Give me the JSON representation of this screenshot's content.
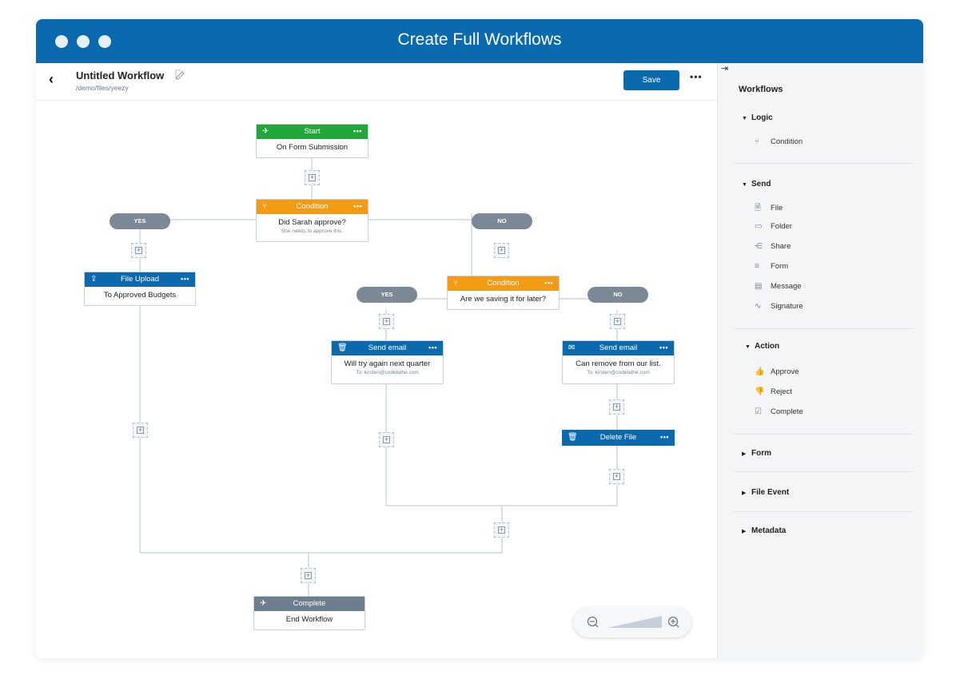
{
  "window": {
    "title": "Create Full Workflows"
  },
  "header": {
    "back_icon": "‹",
    "workflow_name": "Untitled Workflow",
    "path": "/demo/files/yeezy",
    "save_label": "Save",
    "more_label": "•••"
  },
  "nodes": {
    "start": {
      "title": "Start",
      "body": "On Form Submission"
    },
    "condition1": {
      "title": "Condition",
      "body": "Did Sarah approve?",
      "sub": "She needs to approve this."
    },
    "file_upload": {
      "title": "File Upload",
      "body": "To Approved Budgets"
    },
    "condition2": {
      "title": "Condition",
      "body": "Are we saving it for later?"
    },
    "send_email1": {
      "title": "Send email",
      "body": "Will try again next quarter",
      "sub": "To: kirsten@codelathe.com"
    },
    "send_email2": {
      "title": "Send email",
      "body": "Can remove from our list.",
      "sub": "To: kirsten@codelathe.com"
    },
    "delete_file": {
      "title": "Delete File"
    },
    "complete": {
      "title": "Complete",
      "body": "End Workflow"
    }
  },
  "pills": {
    "yes1": "YES",
    "no1": "NO",
    "yes2": "YES",
    "no2": "NO"
  },
  "node_menu": "•••",
  "sidebar": {
    "title": "Workflows",
    "sections": {
      "logic": {
        "label": "Logic",
        "items": [
          "Condition"
        ]
      },
      "send": {
        "label": "Send",
        "items": [
          "File",
          "Folder",
          "Share",
          "Form",
          "Message",
          "Signature"
        ]
      },
      "action": {
        "label": "Action",
        "items": [
          "Approve",
          "Reject",
          "Complete"
        ]
      },
      "form": {
        "label": "Form"
      },
      "file_event": {
        "label": "File Event"
      },
      "metadata": {
        "label": "Metadata"
      }
    }
  },
  "colors": {
    "brand": "#0b6aad",
    "start": "#22a539",
    "condition": "#f49b16",
    "complete": "#6f7e8c",
    "pill": "#7b8896"
  }
}
